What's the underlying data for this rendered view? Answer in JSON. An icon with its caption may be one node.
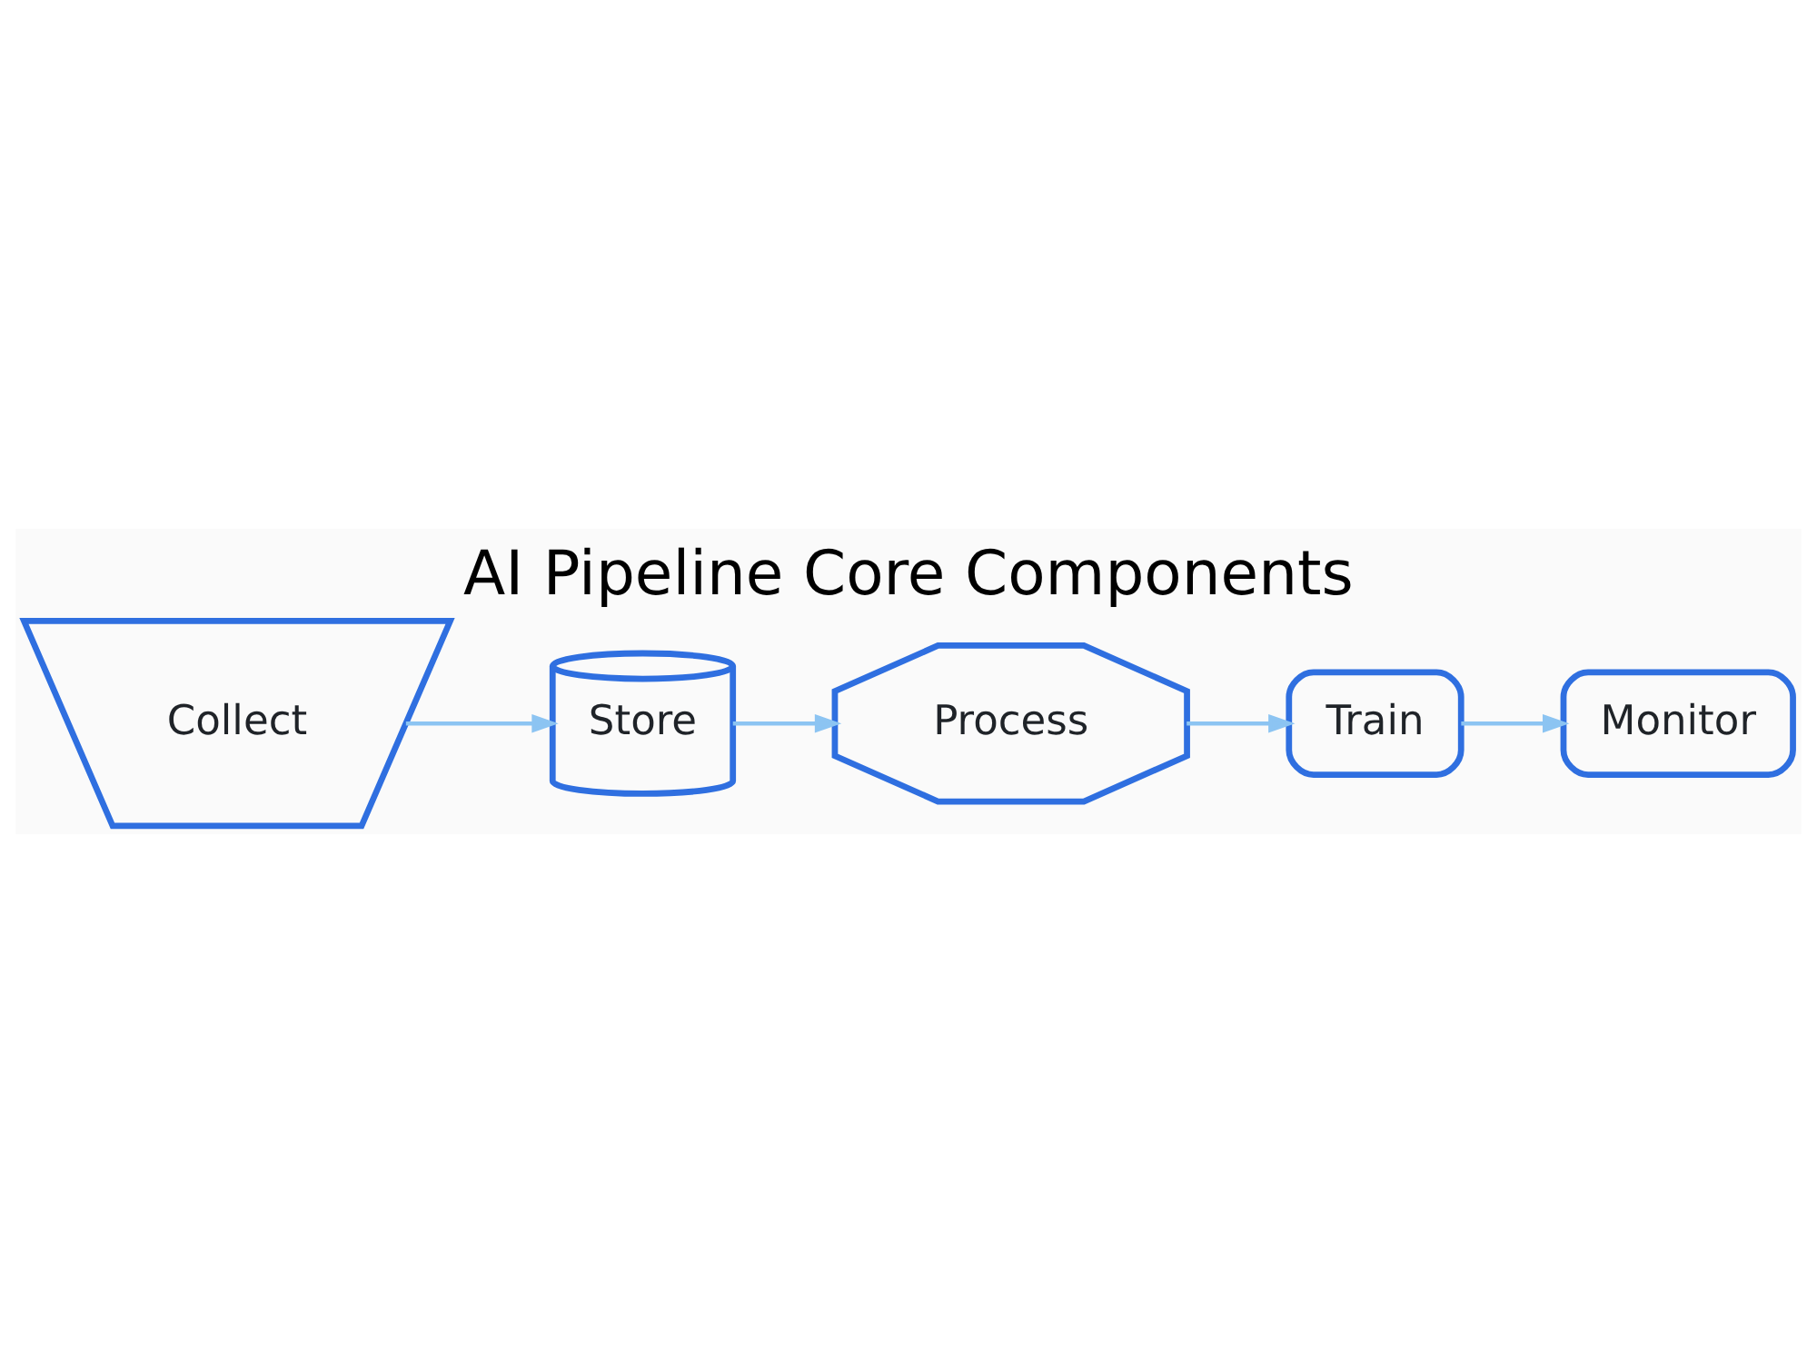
{
  "diagram": {
    "title": "AI Pipeline Core Components",
    "nodes": [
      {
        "text": [
          "Collect"
        ]
      },
      {
        "text": [
          "Store"
        ]
      },
      {
        "text": [
          "Process"
        ]
      },
      {
        "text": [
          "Train"
        ]
      },
      {
        "text": [
          "Monitor"
        ]
      }
    ],
    "edges": [
      {
        "from": 0,
        "to": 1,
        "arrow": "to"
      },
      {
        "from": 1,
        "to": 2,
        "arrow": "to"
      },
      {
        "from": 2,
        "to": 3,
        "arrow": "to"
      },
      {
        "from": 3,
        "to": 4,
        "arrow": "to"
      }
    ]
  }
}
